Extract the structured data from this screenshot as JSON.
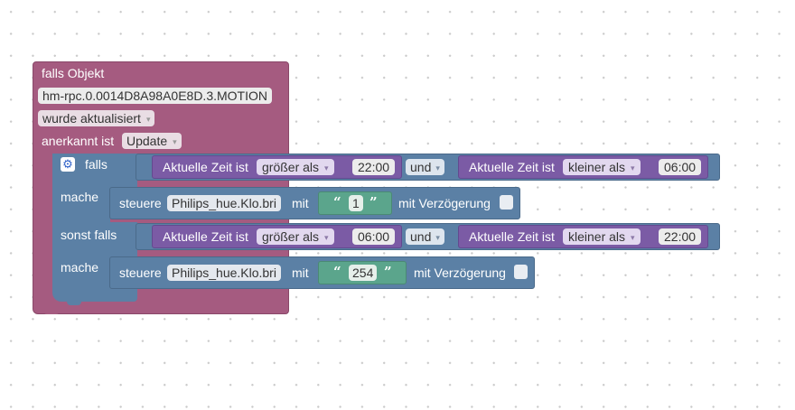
{
  "event": {
    "header_label": "falls Objekt",
    "object_id": "hm-rpc.0.0014D8A98A0E8D.3.MOTION",
    "trigger_select": "wurde aktualisiert",
    "ack_label": "anerkannt ist",
    "ack_select": "Update"
  },
  "if_block": {
    "label_if": "falls",
    "label_do": "mache",
    "label_elseif": "sonst falls",
    "label_do2": "mache"
  },
  "conditions": [
    {
      "and_label": "und",
      "left": {
        "label": "Aktuelle Zeit ist",
        "operator": "größer als",
        "value": "22:00"
      },
      "right": {
        "label": "Aktuelle Zeit ist",
        "operator": "kleiner als",
        "value": "06:00"
      }
    },
    {
      "and_label": "und",
      "left": {
        "label": "Aktuelle Zeit ist",
        "operator": "größer als",
        "value": "06:00"
      },
      "right": {
        "label": "Aktuelle Zeit ist",
        "operator": "kleiner als",
        "value": "22:00"
      }
    }
  ],
  "actions": [
    {
      "label": "steuere",
      "object": "Philips_hue.Klo.bri",
      "with_label": "mit",
      "value": "1",
      "delay_label": "mit Verzögerung"
    },
    {
      "label": "steuere",
      "object": "Philips_hue.Klo.bri",
      "with_label": "mit",
      "value": "254",
      "delay_label": "mit Verzögerung"
    }
  ],
  "glyphs": {
    "open_quote": "“",
    "close_quote": "”",
    "dropdown_arrow": "▾",
    "gear": "⚙"
  },
  "colors": {
    "event_block": "#A55B80",
    "logic_block": "#5B80A5",
    "compare_block": "#7B5BA5",
    "text_block": "#5BA58C"
  }
}
